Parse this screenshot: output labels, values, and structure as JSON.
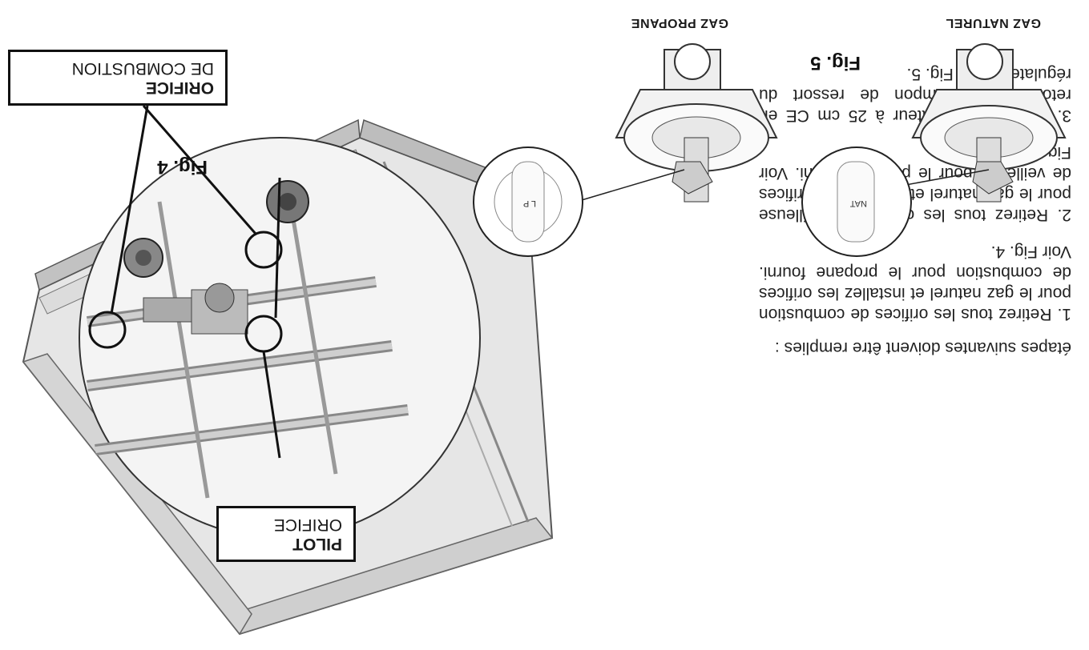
{
  "instructions": {
    "intro": "étapes suivantes doivent être remplies :",
    "steps": [
      "1. Retirez tous les orifices de combustion pour le gaz naturel et installez les orifices de combustion pour le propane fourni. Voir Fig. 4.",
      "2. Retirez tous les orifices de veilleuse pour le gaz naturel et installez les orifices de veilleuse pour le propane fourni. Voir Fig. 4.",
      "3. Placez le régulateur à 25 cm CE en retournant le tampon de ressort du régulateur. Voir Fig. 5."
    ]
  },
  "fig4": {
    "label": "Fig. 4",
    "callout_combustion": {
      "title": "ORIFICE",
      "subtitle": "DE COMBUSTION"
    },
    "callout_pilot": {
      "title": "PILOT",
      "subtitle": "ORIFICE"
    }
  },
  "fig5": {
    "label": "Fig. 5",
    "natural_gas_label": "GAZ NATUREL",
    "propane_label": "GAZ PROPANE",
    "nat_tag": "NAT",
    "lp_tag": "L P"
  }
}
